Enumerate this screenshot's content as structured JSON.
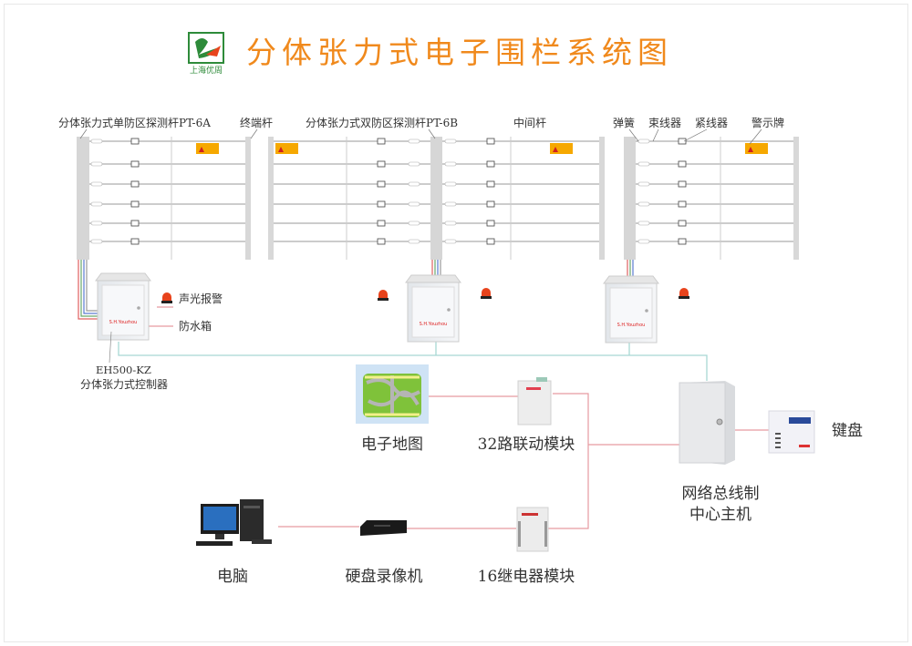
{
  "header": {
    "logo_text": "上海优周",
    "title": "分体张力式电子围栏系统图"
  },
  "fence_labels": {
    "single_post": "分体张力式单防区探测杆PT-6A",
    "end_post": "终端杆",
    "double_post": "分体张力式双防区探测杆PT-6B",
    "middle_post": "中间杆",
    "spring": "弹簧",
    "wire_binder": "束线器",
    "tensioner": "紧线器",
    "warning_sign": "警示牌"
  },
  "controller": {
    "alarm": "声光报警",
    "waterproof_box": "防水箱",
    "model": "EH500-KZ",
    "name": "分体张力式控制器",
    "brand": "S.H.Youzhou"
  },
  "devices": {
    "emap": "电子地图",
    "linkage_module": "32路联动模块",
    "host_line1": "网络总线制",
    "host_line2": "中心主机",
    "keyboard": "键盘",
    "computer": "电脑",
    "dvr": "硬盘录像机",
    "relay_module": "16继电器模块"
  },
  "colors": {
    "title": "#f0891c",
    "bus": "#a8d8d4",
    "signal": "#e79aa0",
    "logo": "#2e8b3a"
  }
}
